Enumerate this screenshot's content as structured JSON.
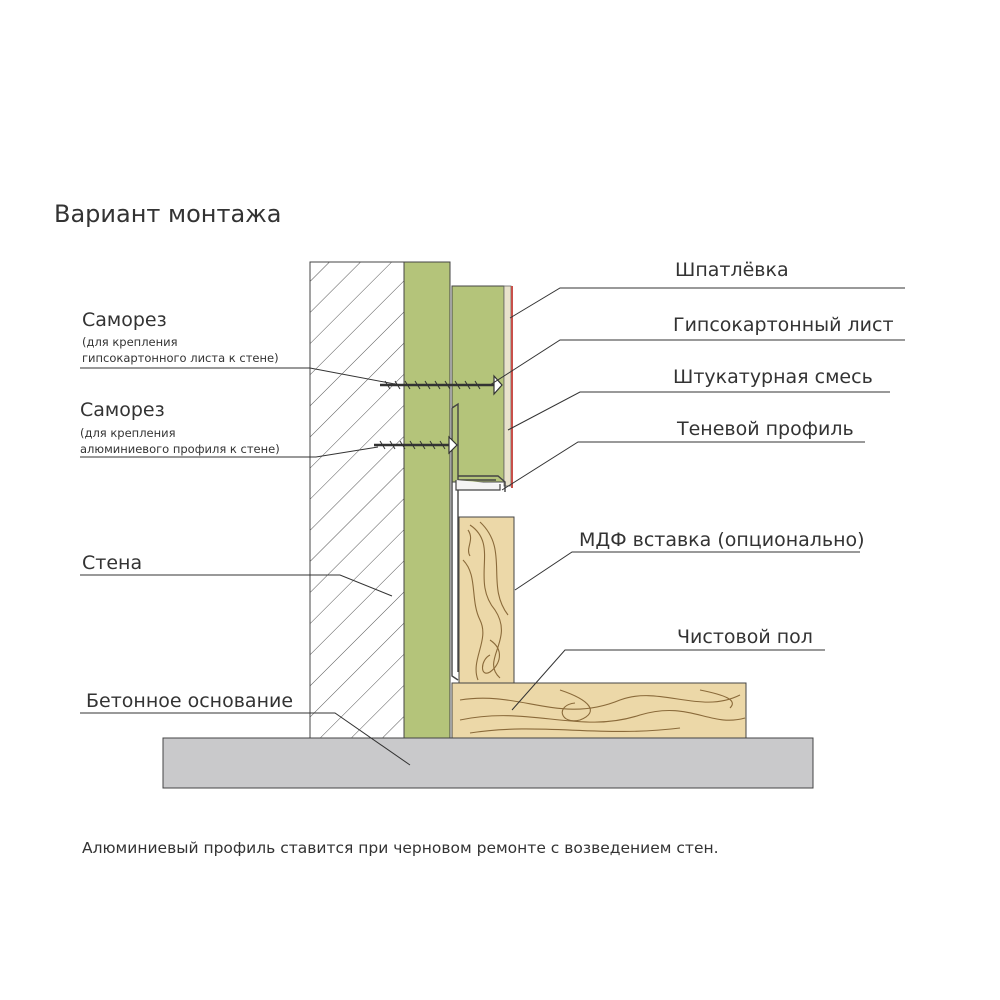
{
  "title": "Вариант монтажа",
  "labels": {
    "shpatlevka": "Шпатлёвка",
    "gkl": "Гипсокартонный лист",
    "shtukaturka": "Штукатурная смесь",
    "tenevoy": "Теневой профиль",
    "mdf": "МДФ вставка (опционально)",
    "chistovoy_pol": "Чистовой пол",
    "samorez_1": "Саморез",
    "samorez_1_note_1": "(для крепления",
    "samorez_1_note_2": "гипсокартонного листа к стене)",
    "samorez_2": "Саморез",
    "samorez_2_note_1": "(для крепления",
    "samorez_2_note_2": "алюминиевого профиля к стене)",
    "stena": "Стена",
    "beton": "Бетонное основание"
  },
  "footnote": "Алюминиевый профиль ставится при черновом ремонте с возведением стен.",
  "colors": {
    "plaster_green": "#b4c47a",
    "wood": "#ecd8a8",
    "wood_grain": "#8a6a3a",
    "concrete": "#c9c9cb",
    "putty": "#c8504a",
    "text": "#333333"
  }
}
